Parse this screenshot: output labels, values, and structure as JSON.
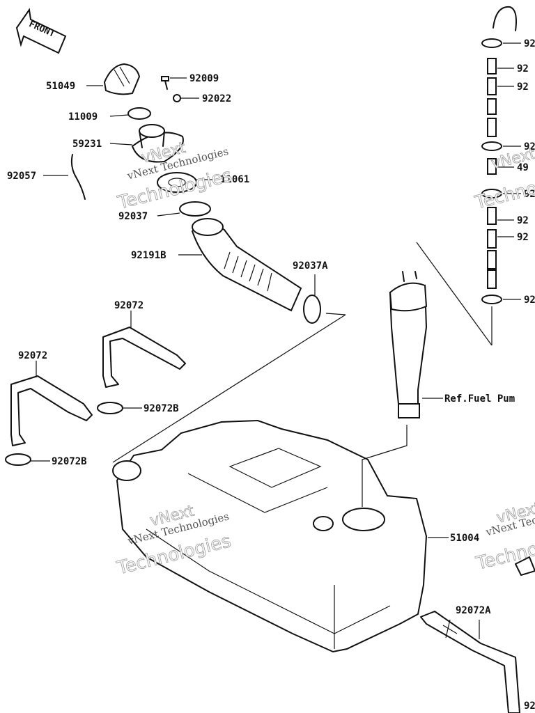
{
  "front_arrow": {
    "label": "FRONT"
  },
  "watermarks": {
    "brand_top": "vNext",
    "brand_bottom": "Technologies",
    "small": "vNext Technologies"
  },
  "callouts": [
    {
      "id": "51049",
      "text": "51049"
    },
    {
      "id": "92009",
      "text": "92009"
    },
    {
      "id": "92022",
      "text": "92022"
    },
    {
      "id": "11009",
      "text": "11009"
    },
    {
      "id": "59231",
      "text": "59231"
    },
    {
      "id": "92057",
      "text": "92057"
    },
    {
      "id": "11061",
      "text": "11061"
    },
    {
      "id": "92037",
      "text": "92037"
    },
    {
      "id": "92191B",
      "text": "92191B"
    },
    {
      "id": "92037A",
      "text": "92037A"
    },
    {
      "id": "92072_upper",
      "text": "92072"
    },
    {
      "id": "92072_lower",
      "text": "92072"
    },
    {
      "id": "92072B_upper",
      "text": "92072B"
    },
    {
      "id": "92072B_lower",
      "text": "92072B"
    },
    {
      "id": "ref_fuel_pump",
      "text": "Ref.Fuel Pum"
    },
    {
      "id": "51004",
      "text": "51004"
    },
    {
      "id": "92072A",
      "text": "92072A"
    },
    {
      "id": "r1",
      "text": "92"
    },
    {
      "id": "r2",
      "text": "92"
    },
    {
      "id": "r3",
      "text": "92"
    },
    {
      "id": "r4",
      "text": "92"
    },
    {
      "id": "r5",
      "text": "49"
    },
    {
      "id": "r6",
      "text": "92"
    },
    {
      "id": "r7",
      "text": "92"
    },
    {
      "id": "r8",
      "text": "92"
    },
    {
      "id": "r9",
      "text": "92"
    },
    {
      "id": "r10",
      "text": "92"
    }
  ]
}
